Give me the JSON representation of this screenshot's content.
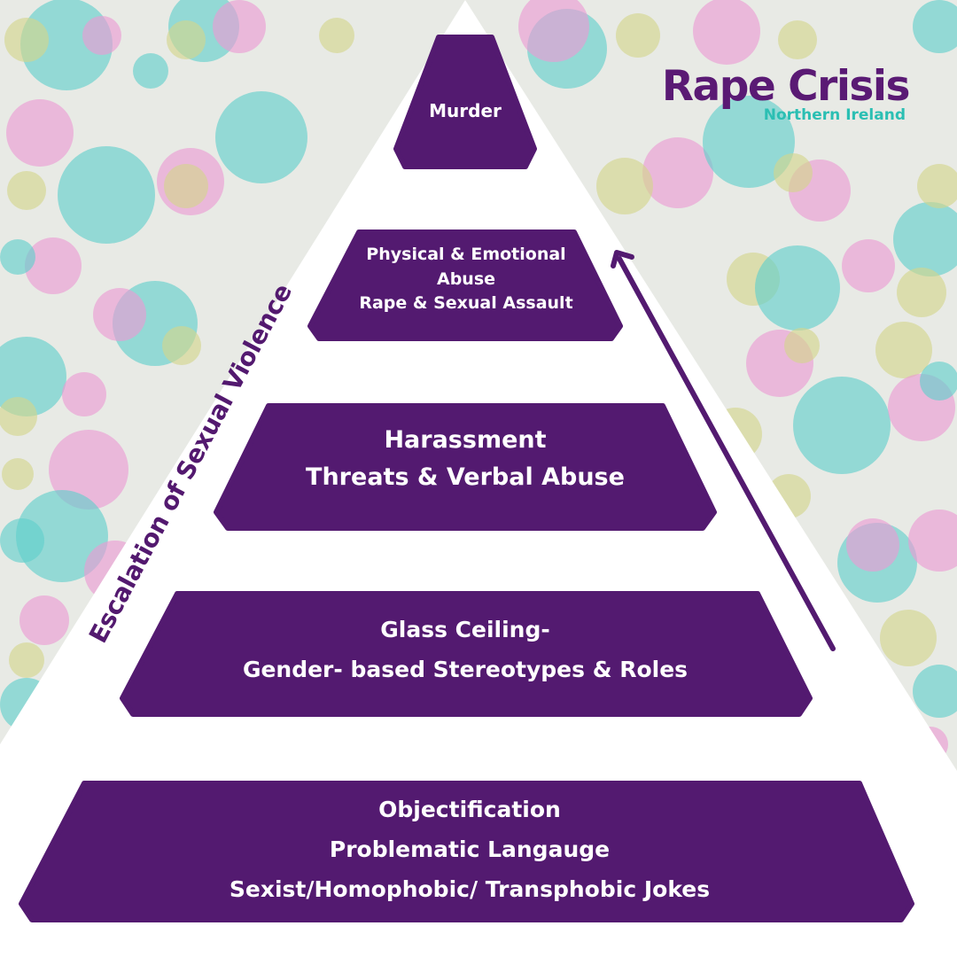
{
  "logo": {
    "main": "Rape Crisis",
    "sub": "Northern Ireland"
  },
  "side_label": "Escalation of Sexual Violence",
  "tiers": [
    {
      "lines": [
        "Murder"
      ]
    },
    {
      "lines": [
        "Physical & Emotional",
        "Abuse",
        "Rape  & Sexual Assault"
      ]
    },
    {
      "lines": [
        "Harassment",
        "Threats & Verbal Abuse"
      ]
    },
    {
      "lines": [
        "Glass Ceiling-",
        "Gender- based Stereotypes & Roles"
      ]
    },
    {
      "lines": [
        "Objectification",
        "Problematic Langauge",
        "Sexist/Homophobic/ Transphobic Jokes"
      ]
    }
  ],
  "colors": {
    "tier_fill": "#531a70",
    "label_text": "#ffffff",
    "logo_main": "#5a1a74",
    "logo_sub": "#2bbfb3",
    "pyramid_bg": "#ffffff"
  },
  "icons": {
    "arrow": "up-arrow-icon"
  }
}
